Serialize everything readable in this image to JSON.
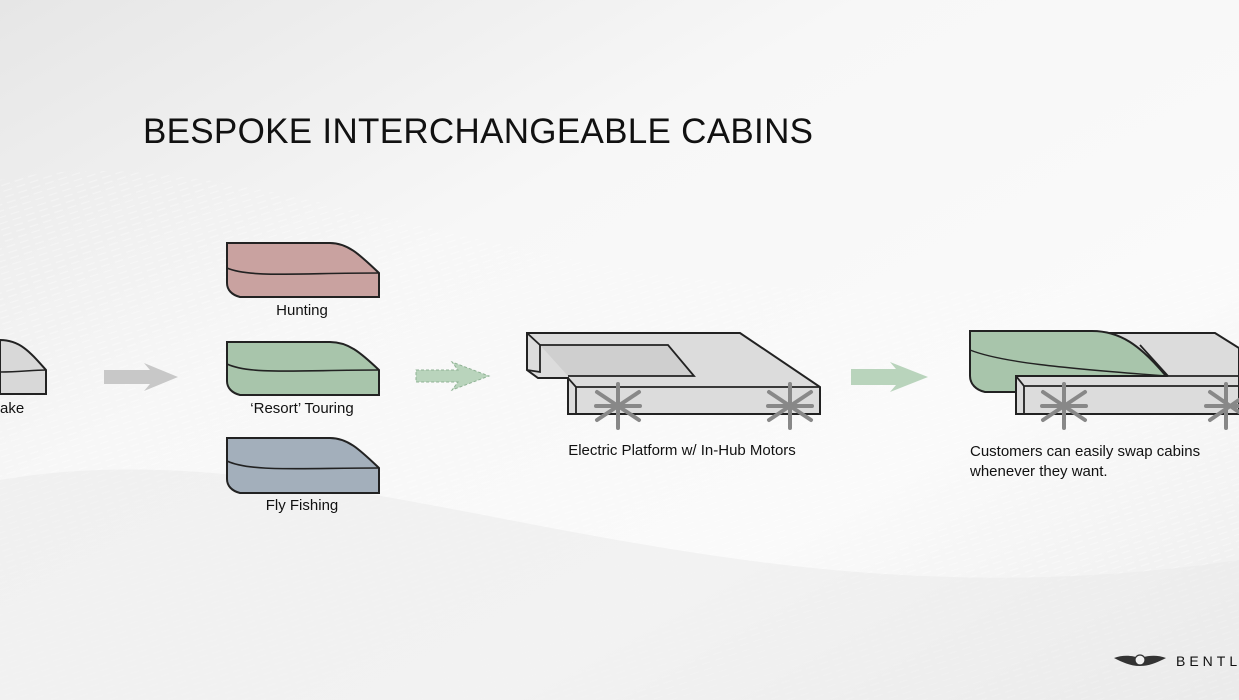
{
  "slide": {
    "title": "BESPOKE INTERCHANGEABLE CABINS"
  },
  "cabins": [
    {
      "id": "hunting",
      "label": "Hunting",
      "color": "#c9a2a0"
    },
    {
      "id": "resort",
      "label": "‘Resort’ Touring",
      "color": "#a8c5ab"
    },
    {
      "id": "flyfishing",
      "label": "Fly Fishing",
      "color": "#a3afbb"
    }
  ],
  "left_partial_label": "ake",
  "platform": {
    "label": "Electric Platform w/ In-Hub Motors",
    "color": "#dcdcdc"
  },
  "result": {
    "caption_line1": "Customers can easily swap cabins",
    "caption_line2": "whenever they want."
  },
  "arrows": {
    "solid_color": "#c8c8c8",
    "green_color": "#b9d4bc"
  },
  "brand": {
    "text": "BENTLE",
    "logo_icon": "winged-b-logo-icon"
  }
}
